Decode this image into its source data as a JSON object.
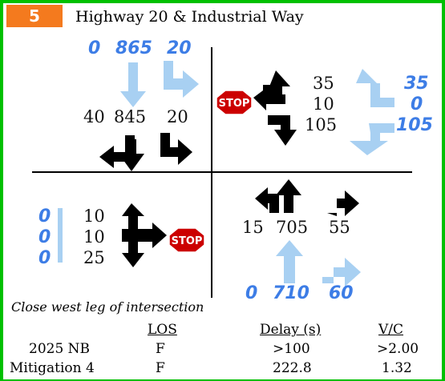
{
  "header": {
    "number": "5",
    "title": "Highway 20 & Industrial Way"
  },
  "colors": {
    "border": "#00c000",
    "badge": "#f47a1e",
    "blue_text": "#3d7de6",
    "light_arrow": "#a8d0f2",
    "stop_red": "#cc0000"
  },
  "north": {
    "future": [
      "0",
      "865",
      "20"
    ],
    "existing": [
      "40",
      "845",
      "20"
    ]
  },
  "east": {
    "existing": [
      "35",
      "10",
      "105"
    ],
    "future": [
      "35",
      "0",
      "105"
    ]
  },
  "west": {
    "future": [
      "0",
      "0",
      "0"
    ],
    "existing": [
      "10",
      "10",
      "25"
    ]
  },
  "south": {
    "existing": [
      "15",
      "705",
      "55"
    ],
    "future": [
      "0",
      "710",
      "60"
    ]
  },
  "stop_sign_text": "STOP",
  "note": "Close west leg of intersection",
  "table": {
    "headers": [
      "LOS",
      "Delay (s)",
      "V/C"
    ],
    "rows": [
      {
        "label": "2025 NB",
        "los": "F",
        "delay": ">100",
        "vc": ">2.00"
      },
      {
        "label": "Mitigation 4",
        "los": "F",
        "delay": "222.8",
        "vc": "1.32"
      }
    ]
  }
}
